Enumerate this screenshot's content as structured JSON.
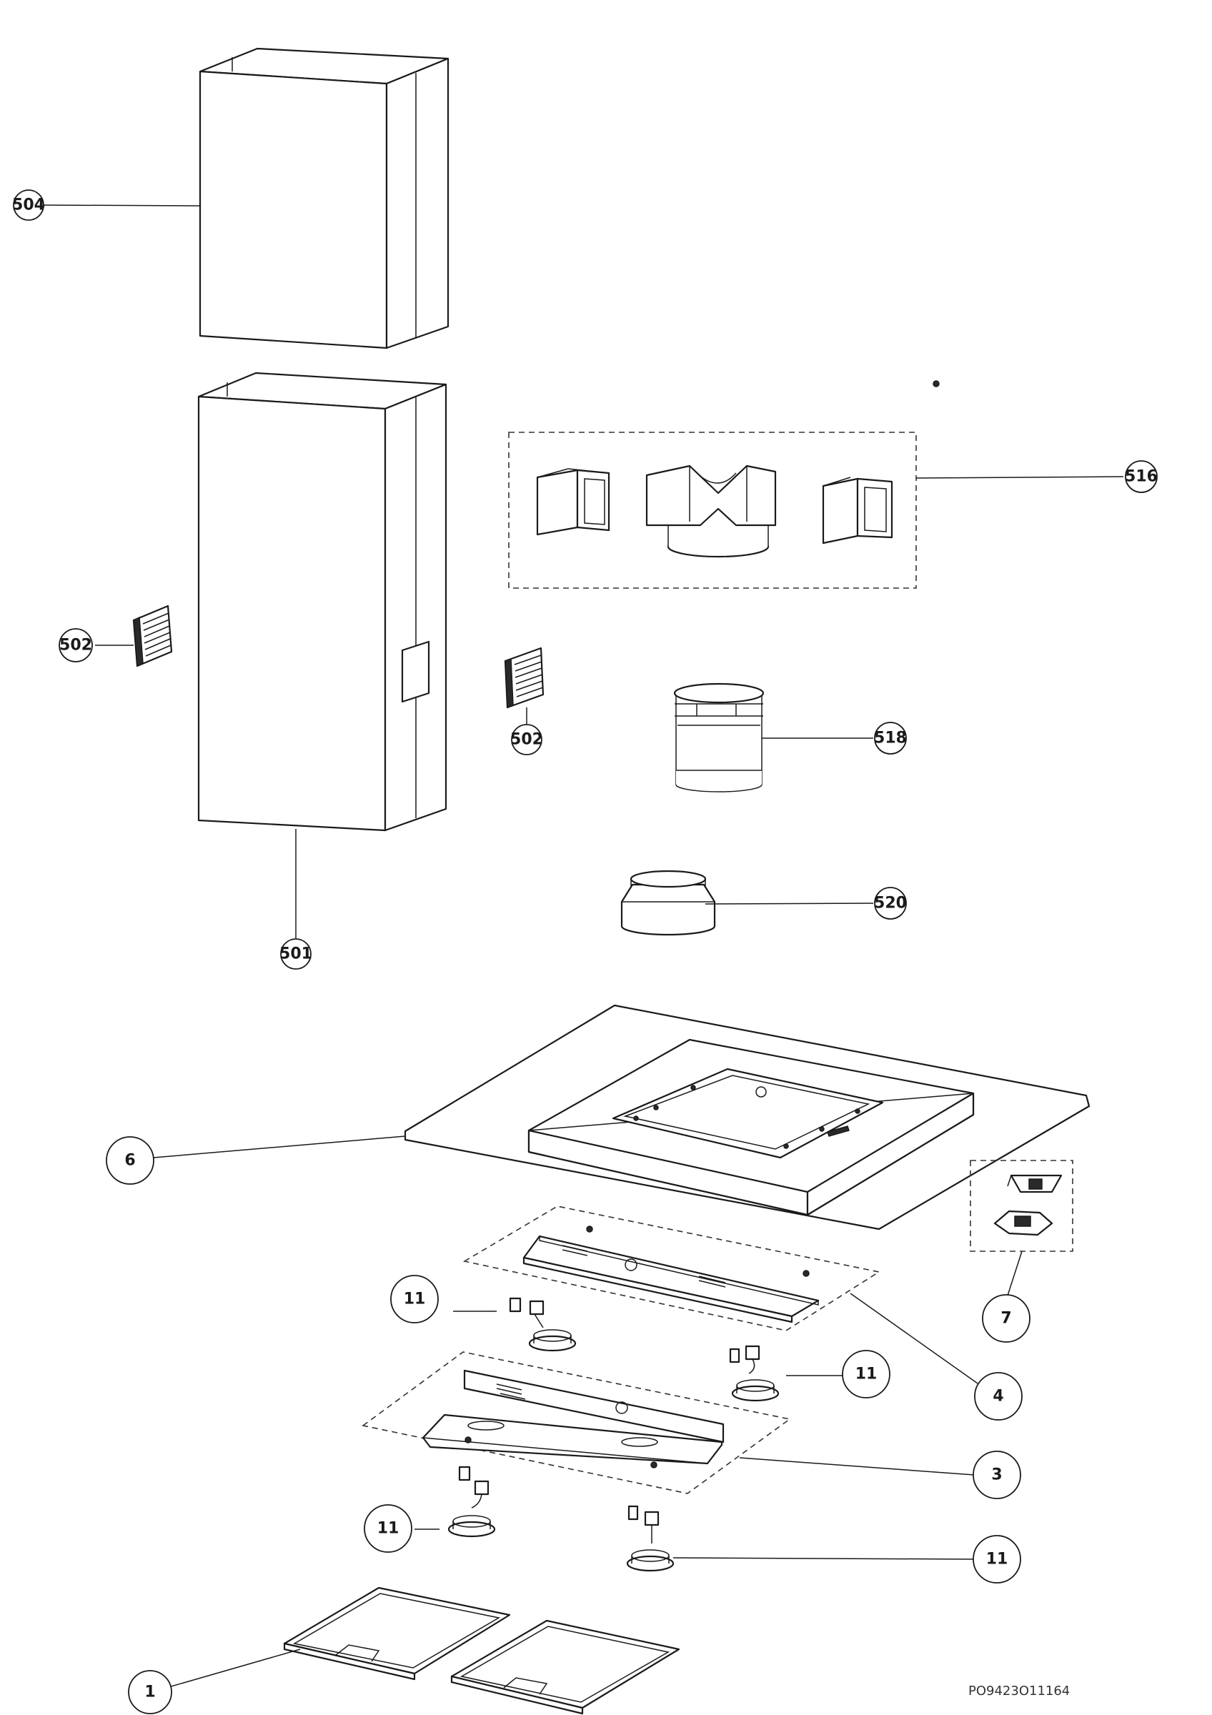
{
  "callouts": {
    "c504": "504",
    "c502_left": "502",
    "c502_right": "502",
    "c501": "501",
    "c516": "516",
    "c518": "518",
    "c520": "520",
    "c6": "6",
    "c7": "7",
    "c4": "4",
    "c3": "3",
    "c1": "1",
    "c11_a": "11",
    "c11_b": "11",
    "c11_c": "11",
    "c11_d": "11"
  },
  "document_code": "PO9423O11164"
}
